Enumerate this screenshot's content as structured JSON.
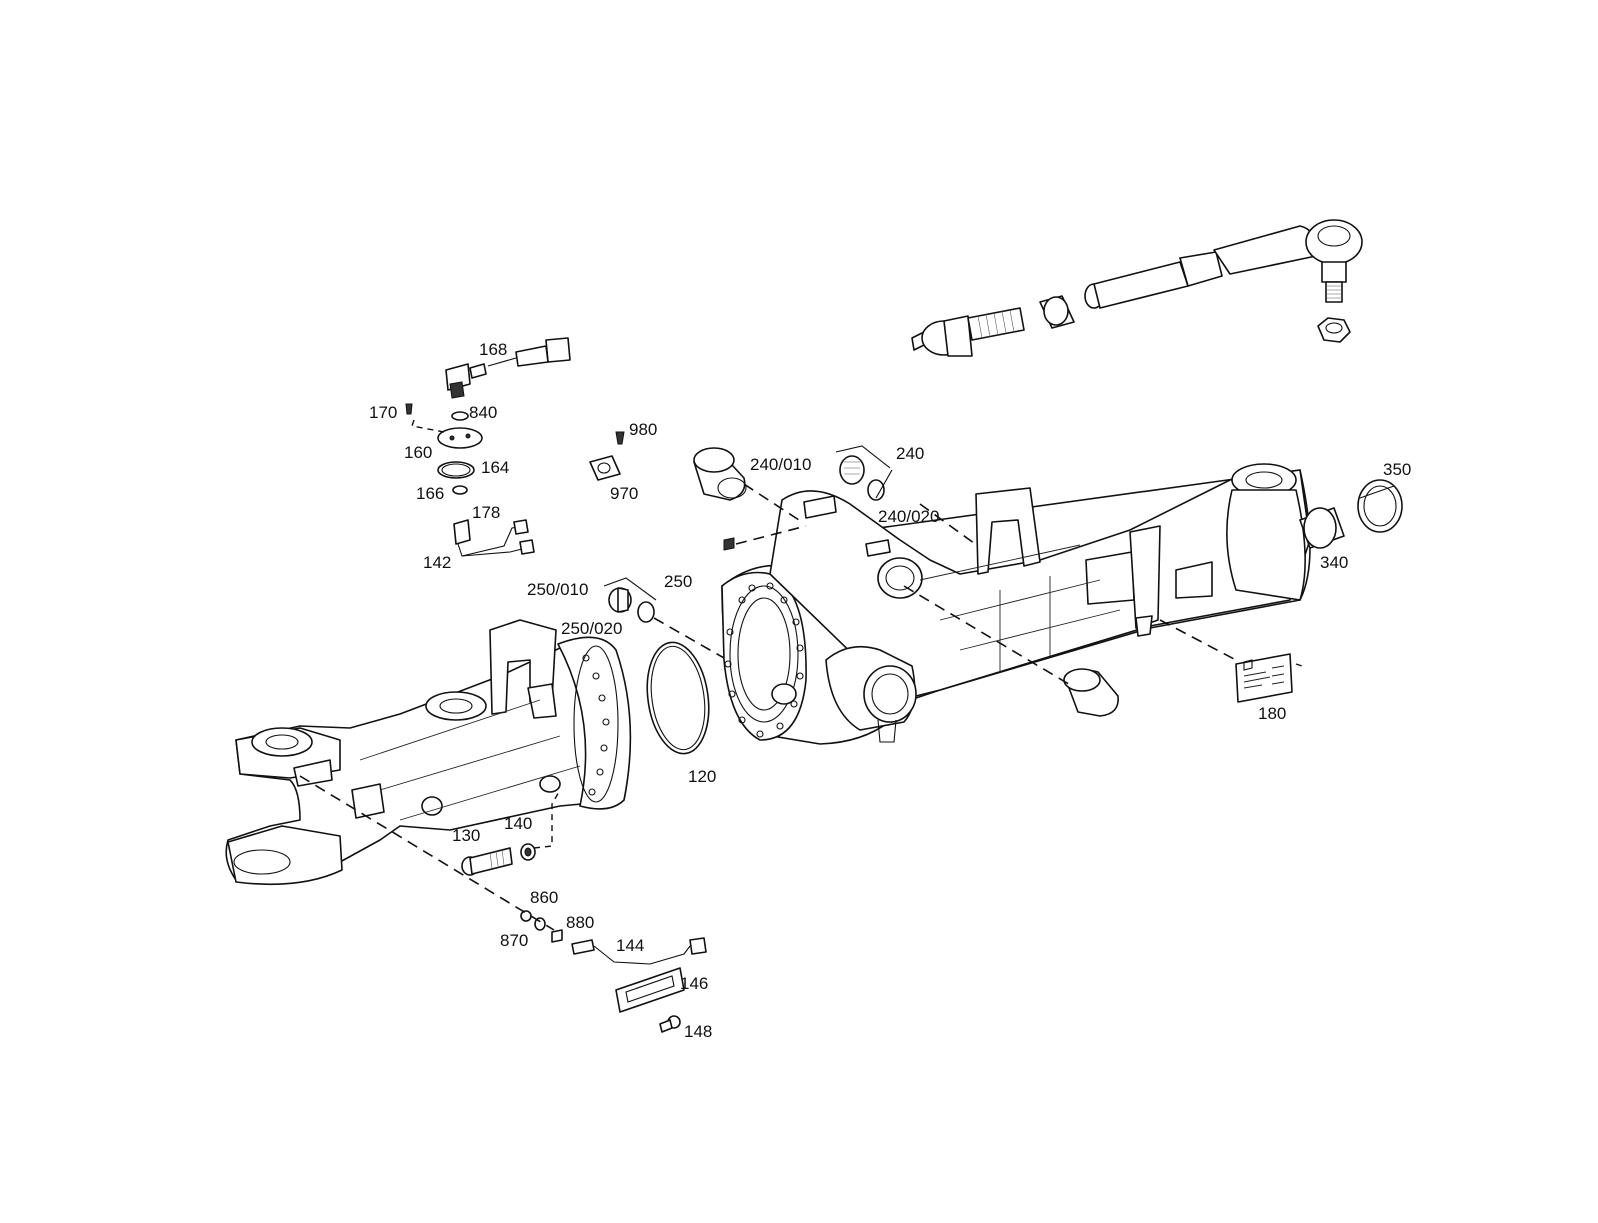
{
  "callouts": [
    {
      "id": "168",
      "text": "168"
    },
    {
      "id": "170",
      "text": "170"
    },
    {
      "id": "840",
      "text": "840"
    },
    {
      "id": "160",
      "text": "160"
    },
    {
      "id": "164",
      "text": "164"
    },
    {
      "id": "166",
      "text": "166"
    },
    {
      "id": "178",
      "text": "178"
    },
    {
      "id": "142",
      "text": "142"
    },
    {
      "id": "980",
      "text": "980"
    },
    {
      "id": "970",
      "text": "970"
    },
    {
      "id": "240_010",
      "text": "240/010"
    },
    {
      "id": "240",
      "text": "240"
    },
    {
      "id": "240_020",
      "text": "240/020"
    },
    {
      "id": "250_010",
      "text": "250/010"
    },
    {
      "id": "250",
      "text": "250"
    },
    {
      "id": "250_020",
      "text": "250/020"
    },
    {
      "id": "350",
      "text": "350"
    },
    {
      "id": "340",
      "text": "340"
    },
    {
      "id": "180",
      "text": "180"
    },
    {
      "id": "120",
      "text": "120"
    },
    {
      "id": "130",
      "text": "130"
    },
    {
      "id": "140",
      "text": "140"
    },
    {
      "id": "860",
      "text": "860"
    },
    {
      "id": "870",
      "text": "870"
    },
    {
      "id": "880",
      "text": "880"
    },
    {
      "id": "144",
      "text": "144"
    },
    {
      "id": "146",
      "text": "146"
    },
    {
      "id": "148",
      "text": "148"
    }
  ]
}
